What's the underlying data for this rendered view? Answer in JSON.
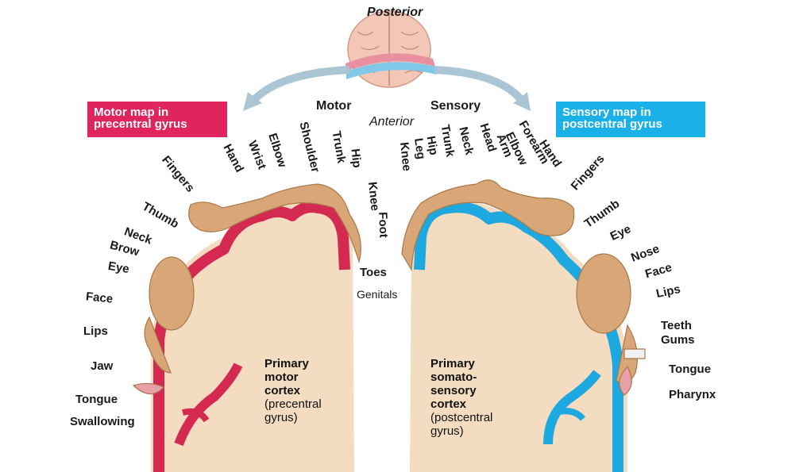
{
  "orientation": {
    "posterior": "Posterior",
    "anterior": "Anterior",
    "motor": "Motor",
    "sensory": "Sensory"
  },
  "motor_box": {
    "line1": "Motor map in",
    "line2": "precentral gyrus",
    "color": "#e0245e"
  },
  "sensory_box": {
    "line1": "Sensory map in",
    "line2": "postcentral gyrus",
    "color": "#1ab0e8"
  },
  "motor_labels": [
    "Fingers",
    "Hand",
    "Wrist",
    "Elbow",
    "Shoulder",
    "Trunk",
    "Hip",
    "Knee",
    "Foot",
    "Thumb",
    "Neck",
    "Brow",
    "Eye",
    "Face",
    "Lips",
    "Jaw",
    "Tongue",
    "Swallowing",
    "Toes",
    "Genitals"
  ],
  "sensory_labels": [
    "Knee",
    "Leg",
    "Hip",
    "Trunk",
    "Neck",
    "Head",
    "Arm",
    "Elbow",
    "Forearm",
    "Hand",
    "Fingers",
    "Thumb",
    "Eye",
    "Nose",
    "Face",
    "Lips",
    "Teeth",
    "Gums",
    "Tongue",
    "Pharynx"
  ],
  "motor_cortex": {
    "l1": "Primary",
    "l2": "motor",
    "l3": "cortex",
    "l4": "(precentral",
    "l5": "gyrus)"
  },
  "sensory_cortex": {
    "l1": "Primary",
    "l2": "somato-",
    "l3": "sensory",
    "l4": "cortex",
    "l5": "(postcentral",
    "l6": "gyrus)"
  },
  "colors": {
    "motor": "#d42a52",
    "sensory": "#1ea8e0",
    "tissue": "#f3dcc0",
    "skin": "#d9a777"
  }
}
